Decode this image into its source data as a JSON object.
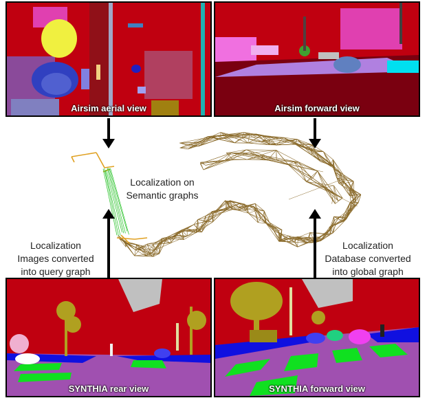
{
  "panels": {
    "aerial": {
      "caption": "Airsim aerial view"
    },
    "forward": {
      "caption": "Airsim forward view"
    },
    "rear": {
      "caption": "SYNTHIA rear view"
    },
    "synthia_forward": {
      "caption": "SYNTHIA forward view"
    }
  },
  "labels": {
    "center": [
      "Localization on",
      "Semantic graphs"
    ],
    "left": [
      "Localization",
      "Images converted",
      "into query graph"
    ],
    "right": [
      "Localization",
      "Database converted",
      "into global graph"
    ]
  },
  "colors": {
    "sky_red": "#c00010",
    "road_purple": "#a050b0",
    "sidewalk_blue": "#1010e0",
    "crosswalk_green": "#10e020",
    "tree_olive": "#b0a020",
    "graph_brown": "#8a6a2a",
    "query_orange": "#e0a020",
    "match_green": "#20c020"
  }
}
